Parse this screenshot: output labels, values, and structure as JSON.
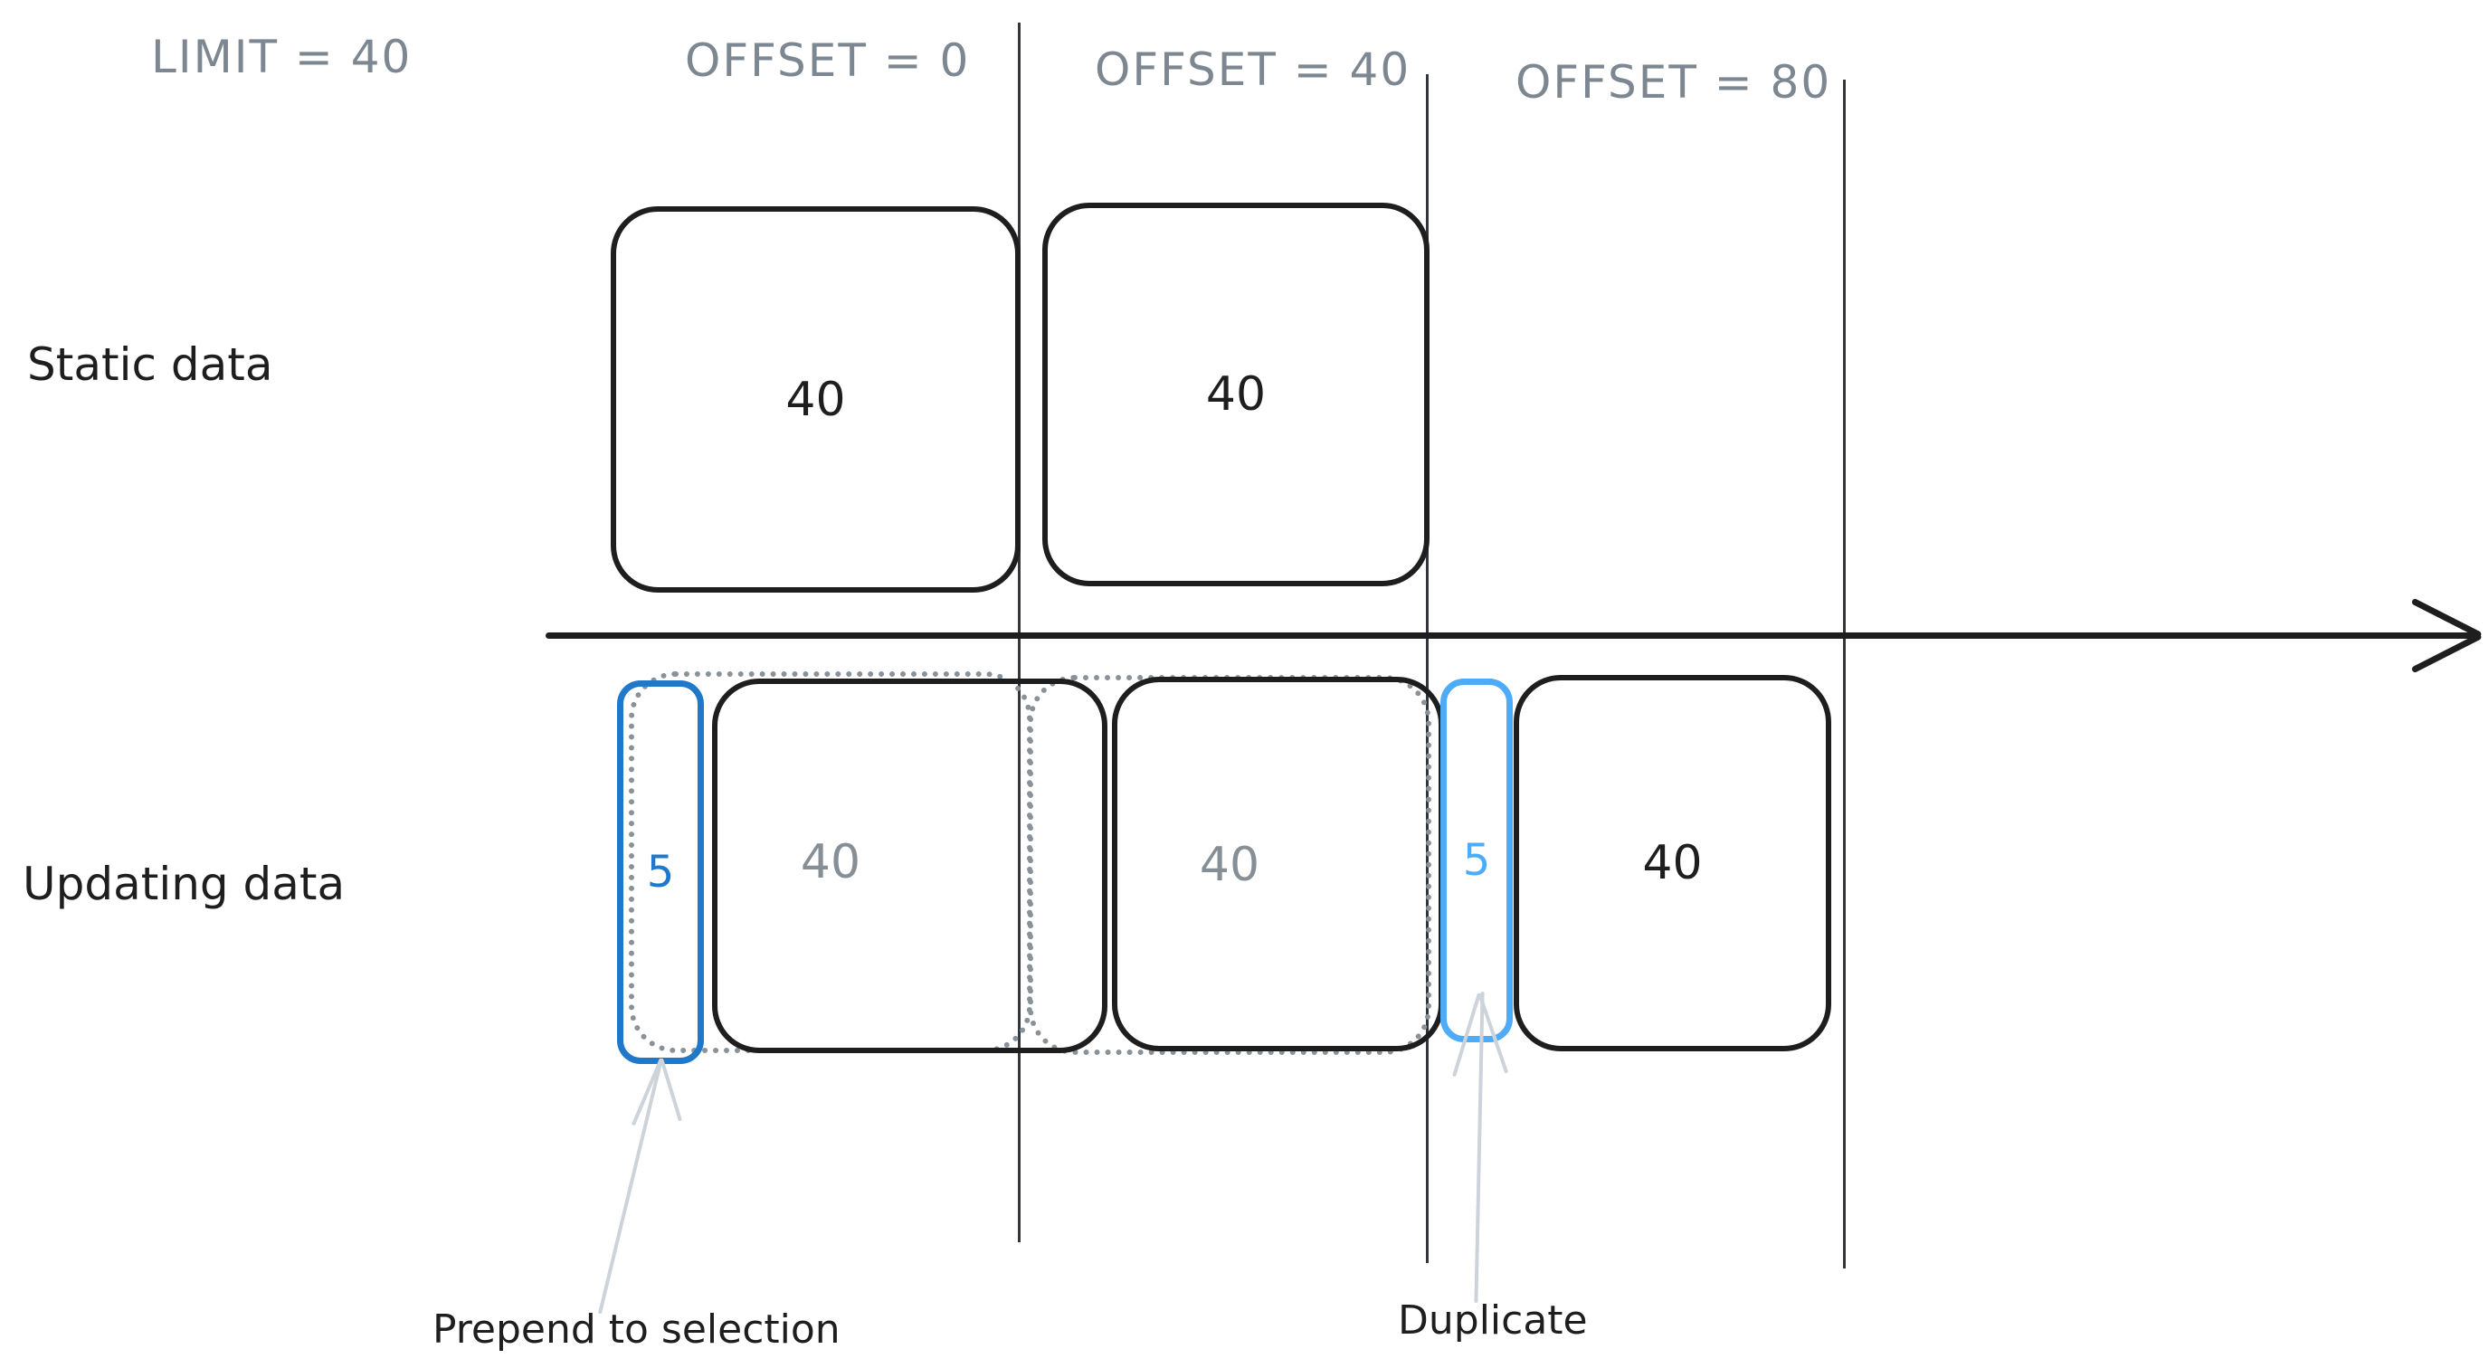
{
  "diagram": {
    "headers": {
      "limit": "LIMIT = 40",
      "offset0": "OFFSET = 0",
      "offset40": "OFFSET = 40",
      "offset80": "OFFSET = 80"
    },
    "row_labels": {
      "static": "Static data",
      "updating": "Updating data"
    },
    "static_row": {
      "box1_value": "40",
      "box2_value": "40"
    },
    "updating_row": {
      "ghost1_value": "40",
      "ghost2_value": "40",
      "box3_value": "40",
      "prepend_value": "5",
      "duplicate_value": "5"
    },
    "annotations": {
      "prepend": "Prepend to selection",
      "duplicate": "Duplicate"
    },
    "colors": {
      "ink": "#1e1e1e",
      "muted_gray": "#868e96",
      "header_gray": "#7d8791",
      "blue": "#1f78c9",
      "light_blue": "#4dabf7",
      "faint_arrow": "#ccd3da",
      "separator": "#30363b"
    }
  }
}
